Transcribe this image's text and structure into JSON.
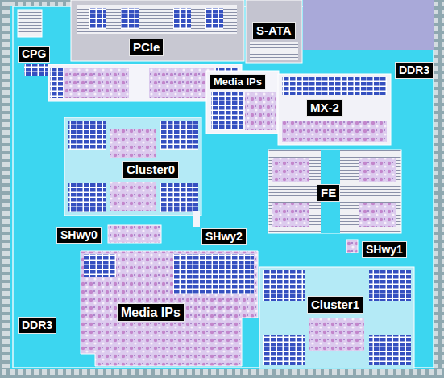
{
  "diagram": {
    "nodes": [
      {
        "text": [
          "CPG"
        ]
      },
      {
        "text": [
          "PCIe"
        ]
      },
      {
        "text": [
          "S-ATA"
        ]
      },
      {
        "text": [
          "Media IPs"
        ]
      },
      {
        "text": [
          "MX-2"
        ]
      },
      {
        "text": [
          "DDR3"
        ]
      },
      {
        "text": [
          "Cluster0"
        ]
      },
      {
        "text": [
          "FE"
        ]
      },
      {
        "text": [
          "SHwy0"
        ]
      },
      {
        "text": [
          "SHwy2"
        ]
      },
      {
        "text": [
          "SHwy1"
        ]
      },
      {
        "text": [
          "DDR3"
        ]
      },
      {
        "text": [
          "Media IPs"
        ]
      },
      {
        "text": [
          "Cluster1"
        ]
      }
    ]
  }
}
